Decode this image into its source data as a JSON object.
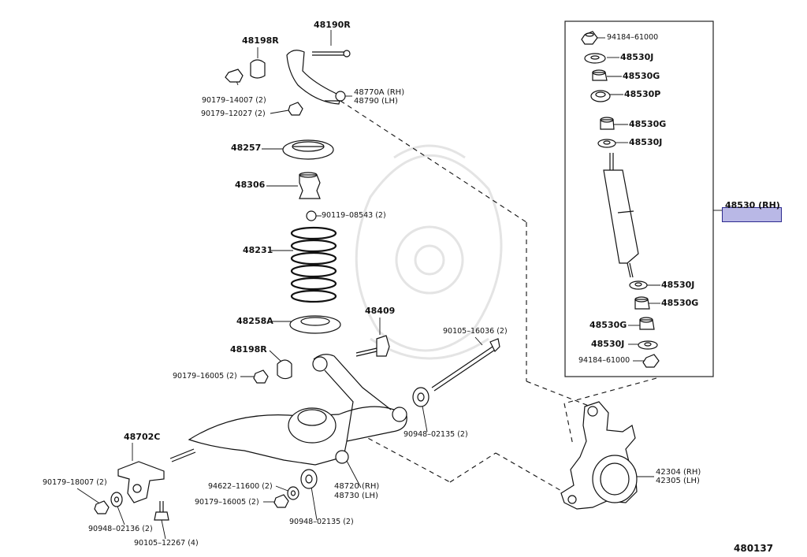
{
  "diagram_id": "480137",
  "colors": {
    "highlight_fill": "#b9b8e6",
    "highlight_border": "#2d2a8f",
    "ink": "#111111"
  },
  "labels": {
    "p48190R": "48190R",
    "p48198R_top": "48198R",
    "p90179_14007": "90179–14007 (2)",
    "p90179_12027": "90179–12027 (2)",
    "p48770A": "48770A (RH)",
    "p48790": "48790   (LH)",
    "p48257": "48257",
    "p48306": "48306",
    "p90119_08543": "90119–08543 (2)",
    "p48231": "48231",
    "p48258A": "48258A",
    "p48409": "48409",
    "p48198R_bot": "48198R",
    "p90179_16005a": "90179–16005 (2)",
    "p90105_16036": "90105–16036 (2)",
    "p90948_02135a": "90948–02135 (2)",
    "p48702C": "48702C",
    "p90179_18007": "90179–18007 (2)",
    "p90948_02136": "90948–02136 (2)",
    "p90105_12267": "90105–12267 (4)",
    "p94622_11600": "94622–11600 (2)",
    "p90179_16005b": "90179–16005 (2)",
    "p90948_02135b": "90948–02135 (2)",
    "p48720": "48720 (RH)",
    "p48730": "48730 (LH)",
    "p42304": "42304 (RH)",
    "p42305": "42305 (LH)",
    "p94184_61000a": "94184–61000",
    "p48530J_1": "48530J",
    "p48530G_1": "48530G",
    "p48530P": "48530P",
    "p48530G_2": "48530G",
    "p48530J_2": "48530J",
    "p48530RH": "48530 (RH)",
    "p48530J_3": "48530J",
    "p48530G_3": "48530G",
    "p48530G_4": "48530G",
    "p48530J_4": "48530J",
    "p94184_61000b": "94184–61000"
  }
}
